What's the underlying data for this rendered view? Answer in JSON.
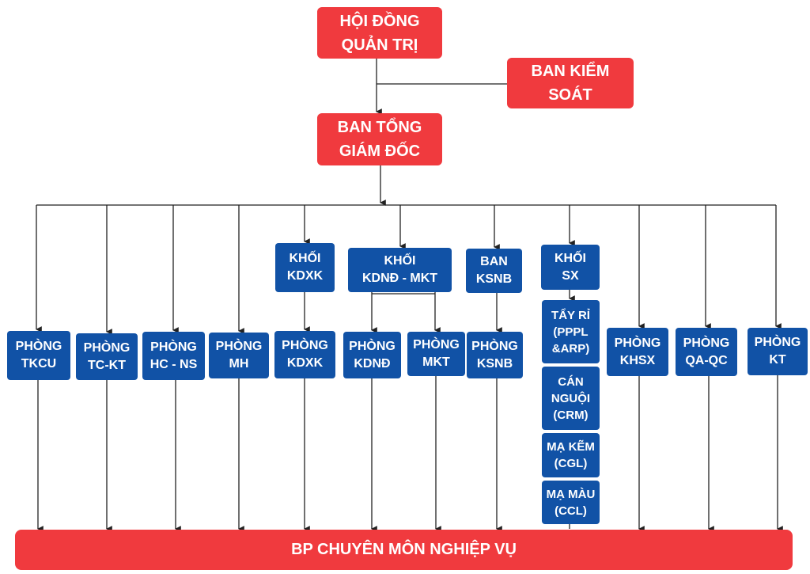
{
  "top": {
    "board": "HỘI ĐỒNG\nQUẢN TRỊ",
    "supervisory": "BAN KIỂM\nSOÁT",
    "ceo": "BAN TỔNG\nGIÁM ĐỐC"
  },
  "blocks": {
    "kdxk": "KHỐI\nKDXK",
    "kdnd_mkt": "KHỐI\nKDNĐ - MKT",
    "ksnb": "BAN\nKSNB",
    "sx": "KHỐI\nSX"
  },
  "departments": {
    "tkcu": "PHÒNG\nTKCU",
    "tckt": "PHÒNG\nTC-KT",
    "hcns": "PHÒNG\nHC - NS",
    "mh": "PHÒNG\nMH",
    "kdxk": "PHÒNG\nKDXK",
    "kdnd": "PHÒNG\nKDNĐ",
    "mkt": "PHÒNG\nMKT",
    "ksnb": "PHÒNG\nKSNB",
    "khsx": "PHÒNG\nKHSX",
    "qaqc": "PHÒNG\nQA-QC",
    "kt": "PHÒNG\nKT"
  },
  "production": {
    "tay_ri": "TẨY RỈ\n(PPPL\n&ARP)",
    "can_nguoi": "CÁN\nNGUỘI\n(CRM)",
    "ma_kem": "MẠ KẼM\n(CGL)",
    "ma_mau": "MẠ MÀU\n(CCL)"
  },
  "bottom": {
    "label": "BP CHUYÊN MÔN NGHIỆP VỤ"
  },
  "colors": {
    "red": "#f03a3e",
    "blue": "#1152a6",
    "line": "#222222"
  }
}
